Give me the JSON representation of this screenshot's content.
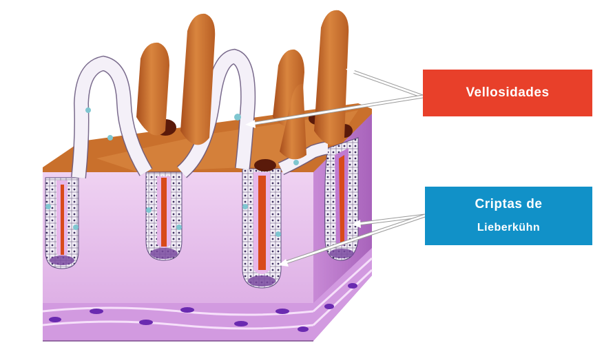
{
  "labels": {
    "villi": {
      "text": "Vellosidades",
      "color": "#e8402a"
    },
    "crypts": {
      "line1": "Criptas de",
      "line2": "Lieberkühn",
      "color": "#1191c8"
    }
  },
  "colors": {
    "villus_orange": "#c86a2a",
    "villus_dark": "#8a3a14",
    "mucosa_pink": "#e7b8ea",
    "mucosa_side": "#b46fc4",
    "epithelium": "#f2eef6",
    "epithelial_nuclei": "#4a3a6a",
    "goblet_cell": "#7fc6d0",
    "crypt_lumen": "#d84a1a",
    "crypt_base": "#7a4aa0",
    "muscle_nucleus": "#6a2ab0",
    "arrow": "#ffffff"
  },
  "icons": [
    "intestinal-wall-illustration",
    "pointer-arrow"
  ]
}
